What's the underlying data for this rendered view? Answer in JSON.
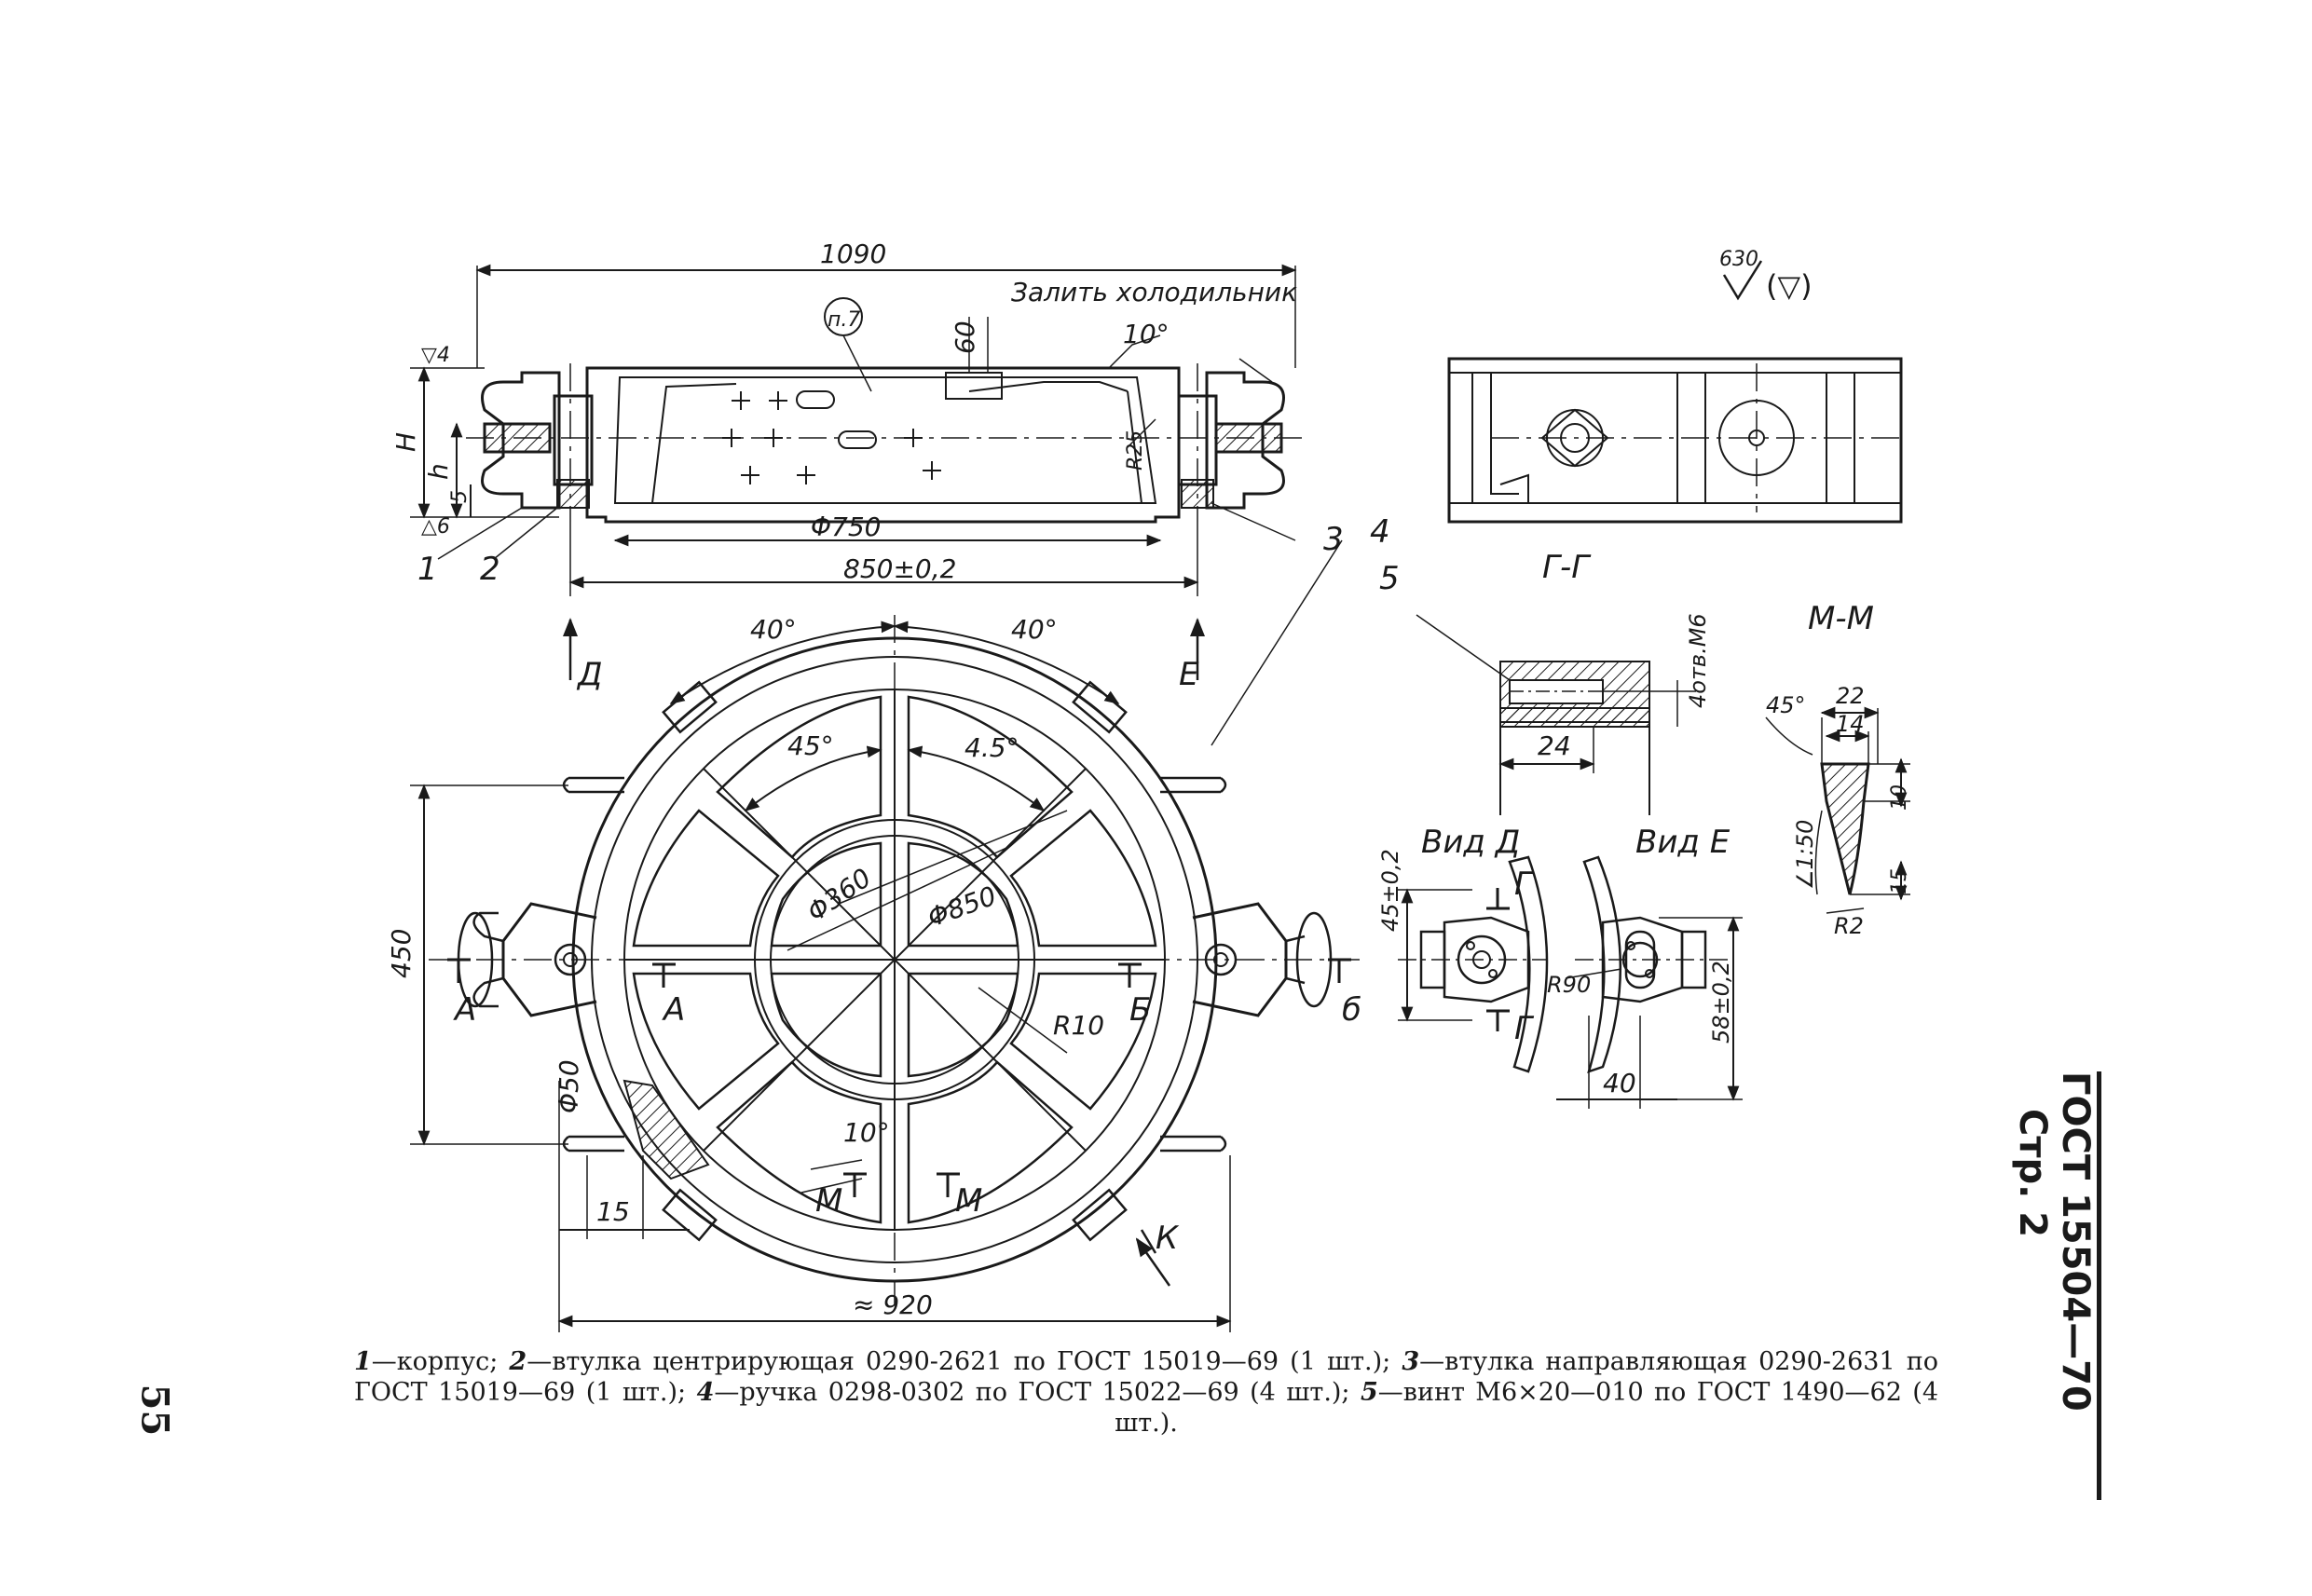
{
  "header": {
    "gost_designation": "ГОСТ 15504—70",
    "page_ref": "Стр. 2",
    "page_number": "55"
  },
  "section_view": {
    "overall_length": "1090",
    "note_pour": "Залить холодильник",
    "callout_n7": "п.7",
    "dim_60": "60",
    "angle_10": "10°",
    "dim_H": "H",
    "dim_h": "h",
    "dim_5": "5",
    "roughness_4": "▽4",
    "roughness_6": "△6",
    "radius_r25": "R25",
    "diameter_750": "Φ750",
    "dim_850": "850±0,2",
    "view_D": "Д",
    "view_E": "Е",
    "part_1": "1",
    "part_2": "2",
    "part_3": "3",
    "part_4": "4",
    "part_5": "5"
  },
  "surface_symbol": {
    "value": "630",
    "mark": "(▽)"
  },
  "plan_view": {
    "angle_40_left": "40°",
    "angle_40_right": "40°",
    "angle_45_left": "45°",
    "angle_45_right": "4.5°",
    "dim_450": "450",
    "diameter_360": "Φ360",
    "diameter_850": "Φ850",
    "radius_r10": "R10",
    "diameter_50": "Φ50",
    "dim_15": "15",
    "angle_10": "10°",
    "dim_920": "≈ 920",
    "section_A_left": "А",
    "section_A_inner": "А",
    "section_B_left": "Б",
    "section_B_right": "б",
    "section_M_left": "М",
    "section_M_right": "М",
    "view_K": "К"
  },
  "section_GG": {
    "title": "Г-Г",
    "holes": "4отв.М6",
    "dim_24": "24"
  },
  "section_MM": {
    "title": "М-М",
    "dim_22": "22",
    "dim_14": "14",
    "angle_45": "45°",
    "dim_10": "10",
    "taper": "∠1:50",
    "dim_15": "15",
    "radius_r2": "R2"
  },
  "view_D_detail": {
    "title": "Вид Д",
    "dim_45": "45±0,2",
    "section_G_top": "Г",
    "section_G_bottom": "Г"
  },
  "view_E_detail": {
    "title": "Вид Е",
    "radius_r90": "R90",
    "dim_58": "58±0,2",
    "dim_40": "40"
  },
  "caption": {
    "i1": "1",
    "t1": "—корпус; ",
    "i2": "2",
    "t2": "—втулка центрирующая 0290-2621 по ГОСТ 15019—69 (1 шт.); ",
    "i3": "3",
    "t3": "—втулка направляющая 0290-2631 по ГОСТ 15019—69 (1 шт.); ",
    "i4": "4",
    "t4": "—ручка 0298-0302 по ГОСТ 15022—69 (4 шт.); ",
    "i5": "5",
    "t5": "—винт М6×20—010 по ГОСТ 1490—62 (4 шт.)."
  }
}
